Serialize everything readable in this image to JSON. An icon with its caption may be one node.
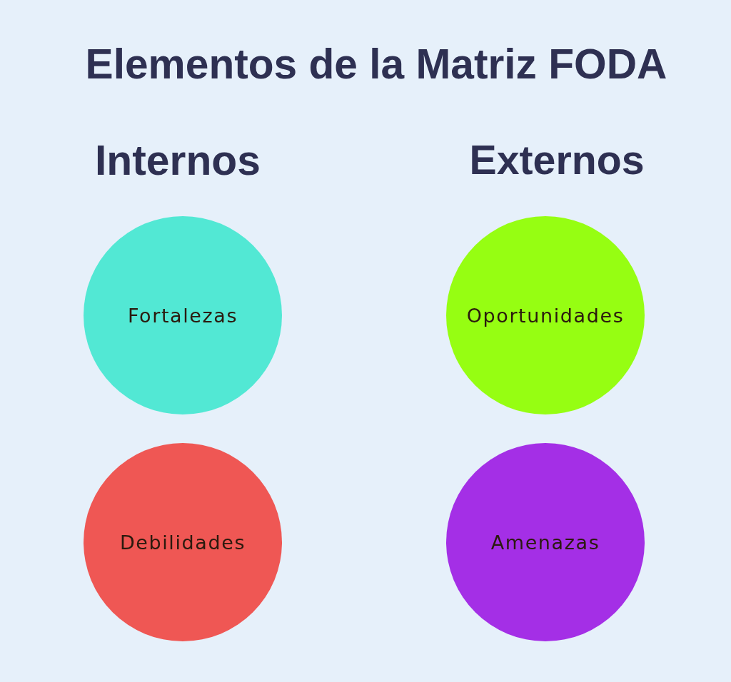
{
  "diagram": {
    "title": "Elementos de la Matriz FODA",
    "nodes": [
      {
        "text": [
          "Fortalezas"
        ]
      },
      {
        "text": [
          "Oportunidades"
        ]
      },
      {
        "text": [
          "Debilidades"
        ]
      },
      {
        "text": [
          "Amenazas"
        ]
      }
    ],
    "labels": [
      "Internos",
      "Externos"
    ]
  }
}
